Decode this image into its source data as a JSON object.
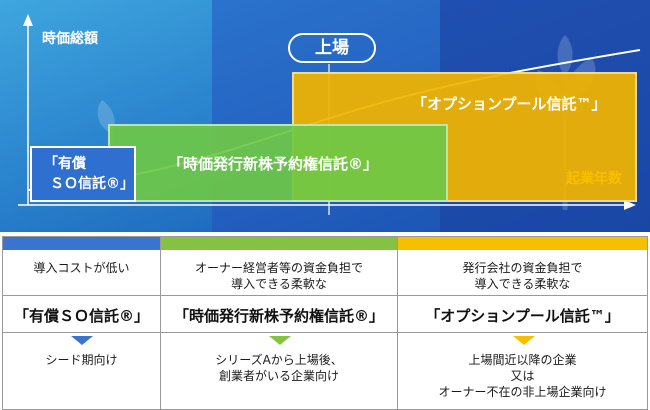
{
  "diagram": {
    "y_axis_label": "時価総額",
    "x_axis_label": "起業年数",
    "listing_label": "上場",
    "box_paid_so": "「有償ＳＯ信託®」",
    "box_paid_so_line1": "「有償",
    "box_paid_so_line2": "ＳＯ信託®」",
    "box_market_price": "「時価発行新株予約権信託®」",
    "box_option_pool": "「オプションプール信託™」"
  },
  "table": {
    "columns": [
      {
        "color": "#3b74cf",
        "feature": "導入コストが低い",
        "name": "「有償ＳＯ信託®」",
        "target": "シード期向け"
      },
      {
        "color": "#84c341",
        "feature": "オーナー経営者等の資金負担で\n導入できる柔軟な",
        "name": "「時価発行新株予約権信託®」",
        "target": "シリーズAから上場後、\n創業者がいる企業向け"
      },
      {
        "color": "#f6c000",
        "feature": "発行会社の資金負担で\n導入できる柔軟な",
        "name": "「オプションプール信託™」",
        "target": "上場間近以降の企業\n又は\nオーナー不在の非上場企業向け"
      }
    ]
  }
}
